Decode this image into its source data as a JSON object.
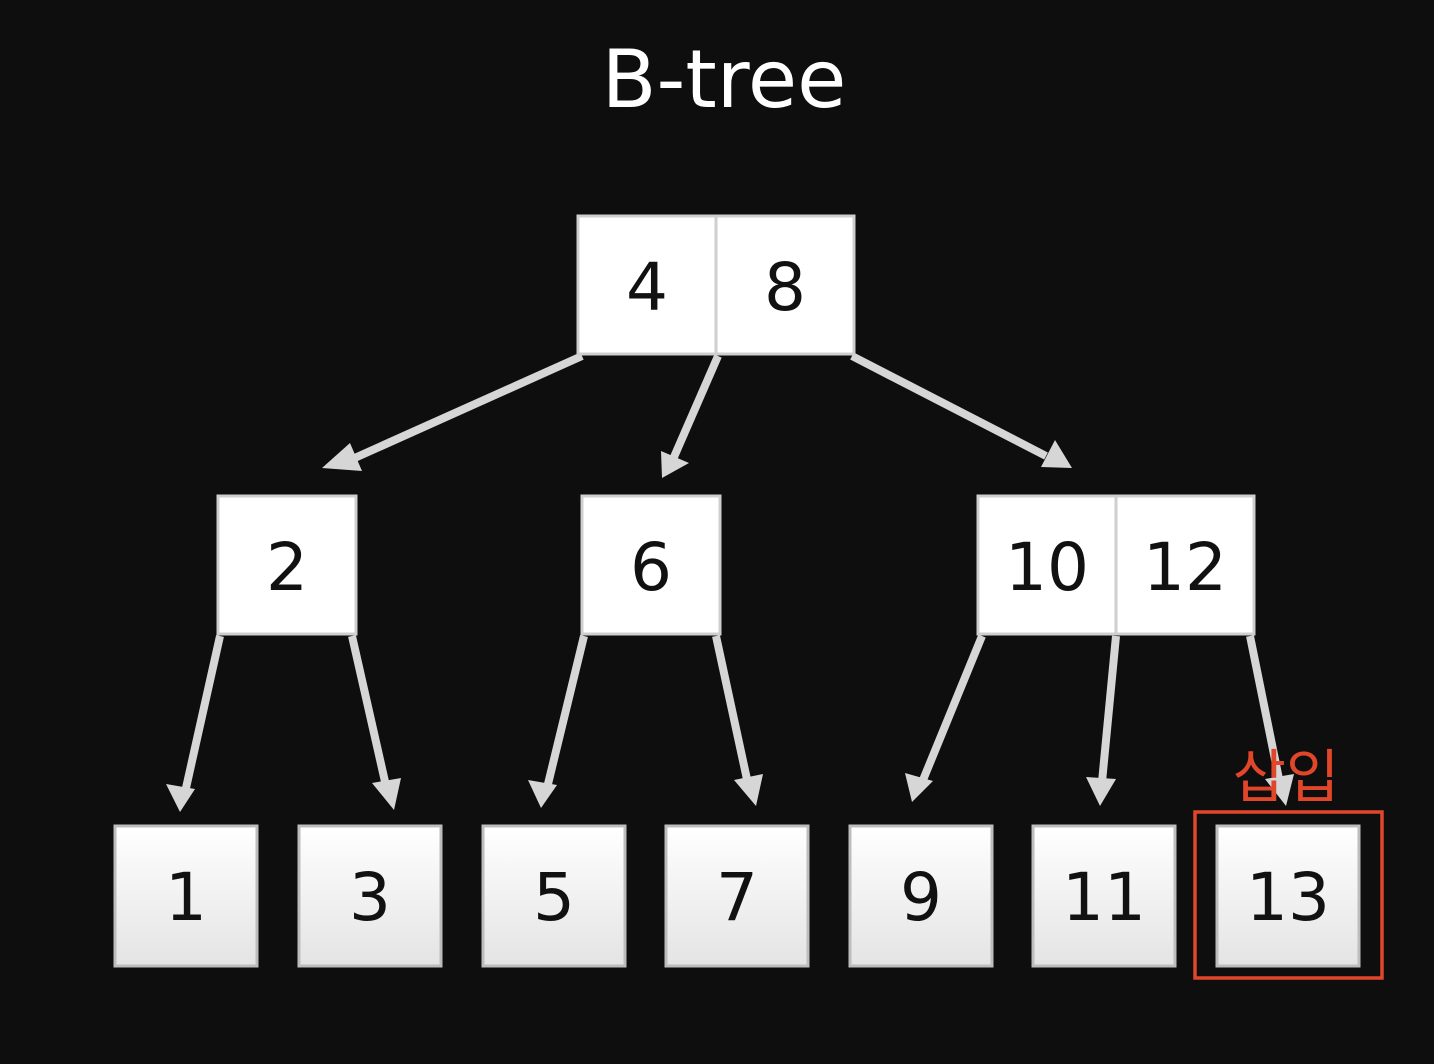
{
  "title": "B-tree",
  "colors": {
    "background": "#0e0e0e",
    "node": "#ffffff",
    "edge": "#d6d6d6",
    "highlight": "#e0462a"
  },
  "tree": {
    "root": {
      "keys": [
        "4",
        "8"
      ]
    },
    "internal": [
      {
        "keys": [
          "2"
        ]
      },
      {
        "keys": [
          "6"
        ]
      },
      {
        "keys": [
          "10",
          "12"
        ]
      }
    ],
    "leaves": [
      {
        "keys": [
          "1"
        ]
      },
      {
        "keys": [
          "3"
        ]
      },
      {
        "keys": [
          "5"
        ]
      },
      {
        "keys": [
          "7"
        ]
      },
      {
        "keys": [
          "9"
        ]
      },
      {
        "keys": [
          "11"
        ]
      },
      {
        "keys": [
          "13"
        ]
      }
    ]
  },
  "highlight": {
    "label": "삽입",
    "target_leaf": "13"
  }
}
